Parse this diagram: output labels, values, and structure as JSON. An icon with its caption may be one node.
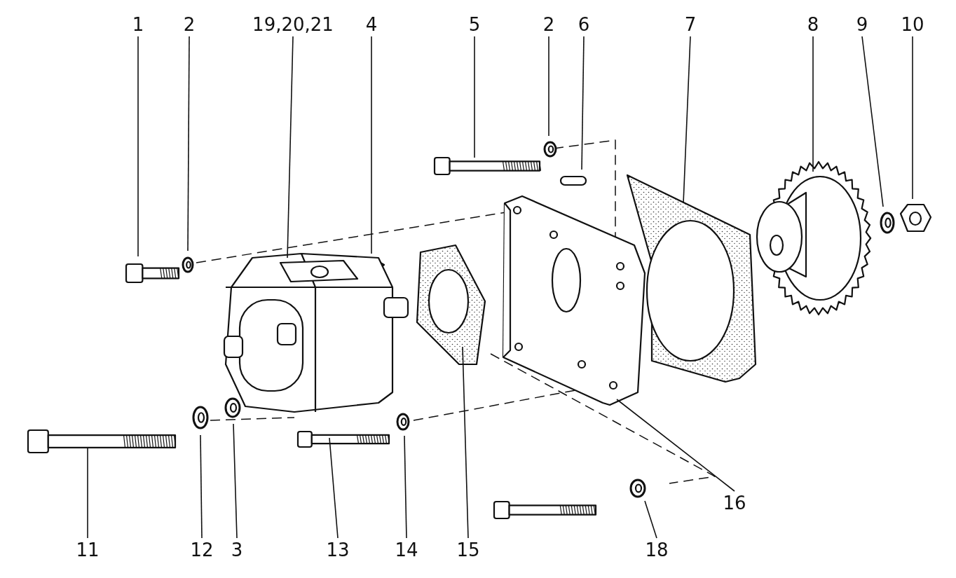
{
  "diagram": {
    "nodes": [
      {
        "text": [
          "1"
        ]
      },
      {
        "text": [
          "2"
        ]
      },
      {
        "text": [
          "19,20,21"
        ]
      },
      {
        "text": [
          "4"
        ]
      },
      {
        "text": [
          "5"
        ]
      },
      {
        "text": [
          "2"
        ]
      },
      {
        "text": [
          "6"
        ]
      },
      {
        "text": [
          "7"
        ]
      },
      {
        "text": [
          "8"
        ]
      },
      {
        "text": [
          "9"
        ]
      },
      {
        "text": [
          "10"
        ]
      },
      {
        "text": [
          "11"
        ]
      },
      {
        "text": [
          "12"
        ]
      },
      {
        "text": [
          "3"
        ]
      },
      {
        "text": [
          "13"
        ]
      },
      {
        "text": [
          "14"
        ]
      },
      {
        "text": [
          "15"
        ]
      },
      {
        "text": [
          "16"
        ]
      },
      {
        "text": [
          "18"
        ]
      }
    ],
    "edges": [
      {
        "from": 0,
        "to": null,
        "arrow": "none"
      },
      {
        "from": 1,
        "to": null,
        "arrow": "none"
      },
      {
        "from": 2,
        "to": null,
        "arrow": "none"
      },
      {
        "from": 3,
        "to": null,
        "arrow": "none"
      },
      {
        "from": 4,
        "to": null,
        "arrow": "none"
      },
      {
        "from": 5,
        "to": null,
        "arrow": "none"
      },
      {
        "from": 6,
        "to": null,
        "arrow": "none"
      },
      {
        "from": 7,
        "to": null,
        "arrow": "none"
      },
      {
        "from": 8,
        "to": null,
        "arrow": "none"
      },
      {
        "from": 9,
        "to": null,
        "arrow": "none"
      },
      {
        "from": 10,
        "to": null,
        "arrow": "none"
      },
      {
        "from": 11,
        "to": null,
        "arrow": "none"
      },
      {
        "from": 12,
        "to": null,
        "arrow": "none"
      },
      {
        "from": 13,
        "to": null,
        "arrow": "none"
      },
      {
        "from": 14,
        "to": null,
        "arrow": "none"
      },
      {
        "from": 15,
        "to": null,
        "arrow": "none"
      },
      {
        "from": 16,
        "to": null,
        "arrow": "none"
      },
      {
        "from": 17,
        "to": null,
        "arrow": "none"
      },
      {
        "from": 18,
        "to": null,
        "arrow": "none"
      }
    ]
  }
}
